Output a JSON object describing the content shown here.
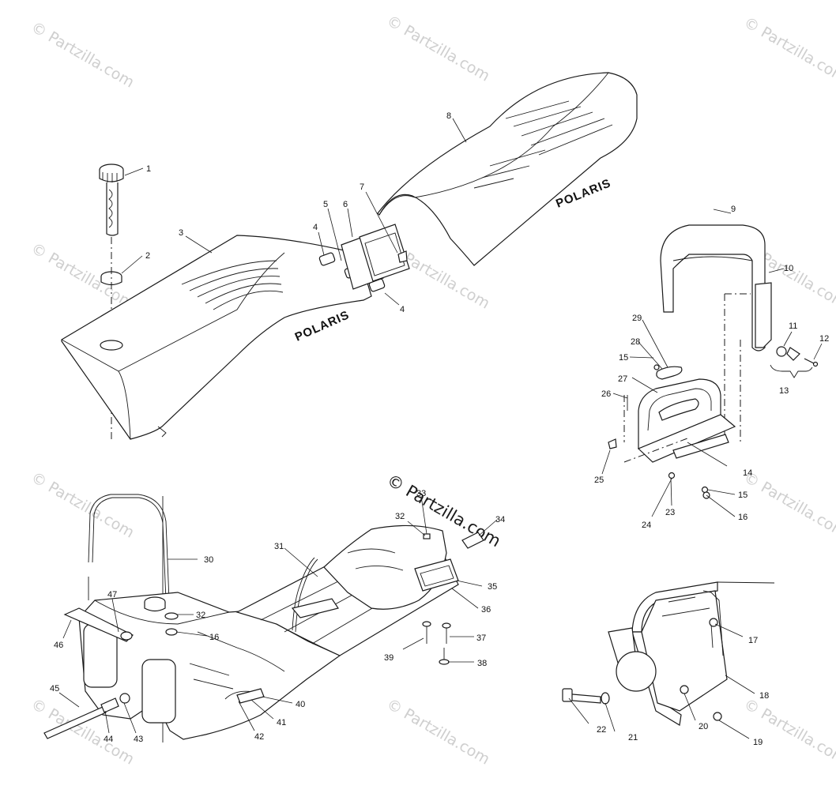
{
  "watermark": {
    "text": "© Partzilla.com",
    "center_text": "© Partzilla.com"
  },
  "brand_label": "POLARIS",
  "callouts": [
    "1",
    "2",
    "3",
    "4",
    "5",
    "6",
    "7",
    "8",
    "9",
    "10",
    "11",
    "12",
    "13",
    "14",
    "15",
    "16",
    "17",
    "18",
    "19",
    "20",
    "21",
    "22",
    "23",
    "24",
    "25",
    "26",
    "27",
    "28",
    "29",
    "30",
    "31",
    "32",
    "33",
    "34",
    "35",
    "36",
    "37",
    "38",
    "39",
    "40",
    "41",
    "42",
    "43",
    "44",
    "45",
    "46",
    "47"
  ]
}
